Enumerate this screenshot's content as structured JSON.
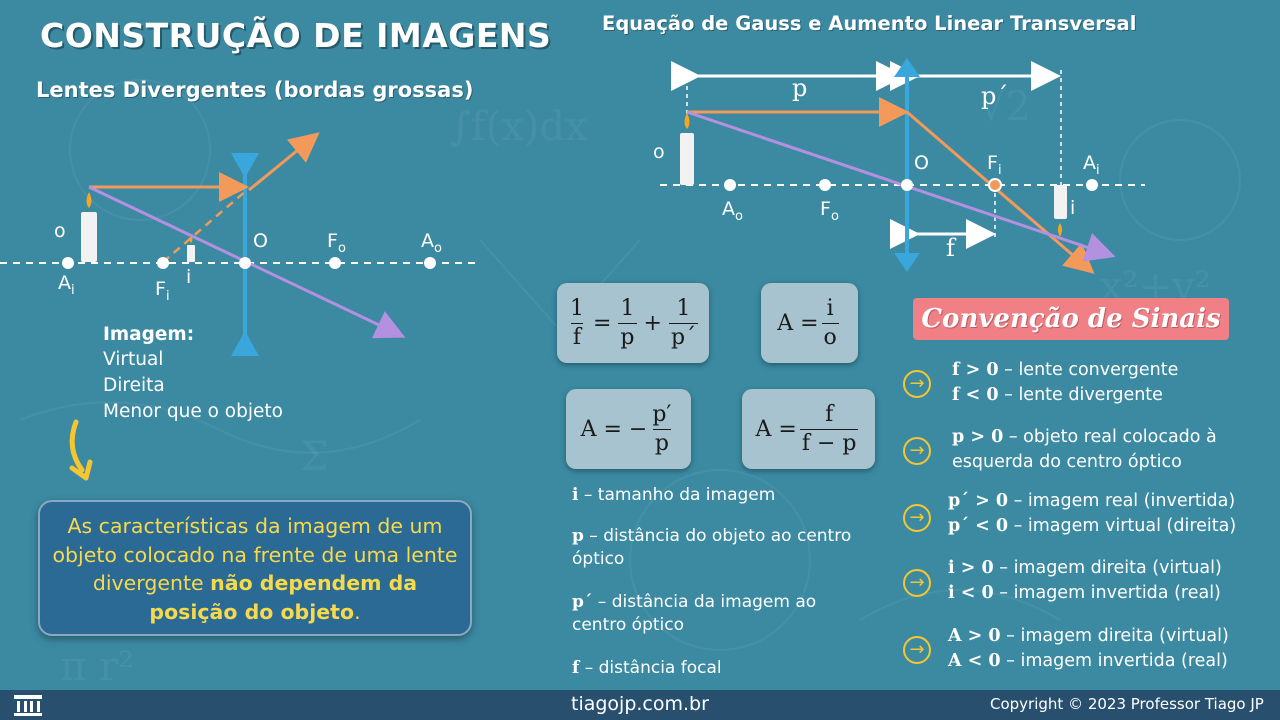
{
  "header": {
    "title": "CONSTRUÇÃO DE IMAGENS",
    "subtitle": "Lentes Divergentes (bordas grossas)",
    "right_title": "Equação de Gauss e Aumento Linear Transversal"
  },
  "left_diagram": {
    "object_label": "o",
    "image_label": "i",
    "center_label": "O",
    "points": [
      {
        "label": "A",
        "sub": "i"
      },
      {
        "label": "F",
        "sub": "i"
      },
      {
        "label": "F",
        "sub": "o"
      },
      {
        "label": "A",
        "sub": "o"
      }
    ]
  },
  "characteristics": {
    "title": "Imagem:",
    "items": [
      "Virtual",
      "Direita",
      "Menor que o objeto"
    ]
  },
  "callout": {
    "text_before": "As características da imagem de um objeto colocado na frente de uma lente divergente ",
    "bold": "não dependem da posição do objeto",
    "text_after": "."
  },
  "right_diagram": {
    "p_label": "p",
    "p_prime_label": "p´",
    "f_label": "f",
    "object_label": "o",
    "image_label": "i",
    "center_label": "O",
    "points": [
      {
        "label": "A",
        "sub": "o"
      },
      {
        "label": "F",
        "sub": "o"
      },
      {
        "label": "F",
        "sub": "i"
      },
      {
        "label": "A",
        "sub": "i"
      }
    ]
  },
  "formulas": {
    "gauss": {
      "lhs_num": "1",
      "lhs_den": "f",
      "eq": "=",
      "a_num": "1",
      "a_den": "p",
      "plus": "+",
      "b_num": "1",
      "b_den": "p´"
    },
    "aumento1": {
      "lhs": "A =",
      "num": "i",
      "den": "o"
    },
    "aumento2": {
      "lhs": "A = −",
      "num": "p′",
      "den": "p"
    },
    "aumento3": {
      "lhs": "A =",
      "num": "f",
      "den": "f − p"
    }
  },
  "legend": [
    {
      "key": "i",
      "text": " – tamanho da imagem"
    },
    {
      "key": "p",
      "text": " – distância do objeto ao centro óptico"
    },
    {
      "key": "p´",
      "text": " – distância da imagem ao centro óptico"
    },
    {
      "key": "f",
      "text": " – distância focal"
    }
  ],
  "convention": {
    "title": "Convenção de Sinais",
    "groups": [
      {
        "lines": [
          {
            "key": "f > 0",
            "text": " – lente convergente"
          },
          {
            "key": "f < 0",
            "text": " – lente divergente"
          }
        ]
      },
      {
        "lines": [
          {
            "key": "p > 0",
            "text": " – objeto real colocado à"
          },
          {
            "key": "",
            "text": "esquerda do centro óptico"
          }
        ]
      },
      {
        "lines": [
          {
            "key": "p´ > 0",
            "text": " – imagem real (invertida)"
          },
          {
            "key": "p´ < 0",
            "text": " – imagem virtual (direita)"
          }
        ]
      },
      {
        "lines": [
          {
            "key": "i > 0",
            "text": " – imagem direita (virtual)"
          },
          {
            "key": "i < 0",
            "text": " – imagem invertida (real)"
          }
        ]
      },
      {
        "lines": [
          {
            "key": "A > 0",
            "text": " – imagem direita (virtual)"
          },
          {
            "key": "A < 0",
            "text": " – imagem invertida (real)"
          }
        ]
      }
    ]
  },
  "footer": {
    "url": "tiagojp.com.br",
    "copyright": "Copyright © 2023 Professor Tiago JP"
  },
  "colors": {
    "background": "#3b8aa2",
    "orange_ray": "#f39a5b",
    "purple_ray": "#b490e0",
    "lens": "#3aa7dc",
    "highlight": "#f7d94c",
    "convention_title": "#f07f86",
    "footer": "#28506e"
  }
}
